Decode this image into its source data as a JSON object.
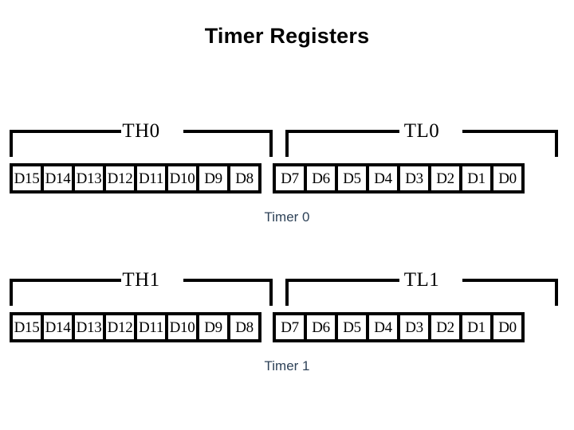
{
  "slide": {
    "title": "Timer Registers",
    "background_color": "#ffffff",
    "line_color": "#000000",
    "caption_color": "#2e4258"
  },
  "diagrams": [
    {
      "id": "timer0",
      "caption": "Timer 0",
      "high_byte": {
        "label": "TH0",
        "bits": [
          "D15",
          "D14",
          "D13",
          "D12",
          "D11",
          "D10",
          "D9",
          "D8"
        ]
      },
      "low_byte": {
        "label": "TL0",
        "bits": [
          "D7",
          "D6",
          "D5",
          "D4",
          "D3",
          "D2",
          "D1",
          "D0"
        ]
      }
    },
    {
      "id": "timer1",
      "caption": "Timer 1",
      "high_byte": {
        "label": "TH1",
        "bits": [
          "D15",
          "D14",
          "D13",
          "D12",
          "D11",
          "D10",
          "D9",
          "D8"
        ]
      },
      "low_byte": {
        "label": "TL1",
        "bits": [
          "D7",
          "D6",
          "D5",
          "D4",
          "D3",
          "D2",
          "D1",
          "D0"
        ]
      }
    }
  ]
}
